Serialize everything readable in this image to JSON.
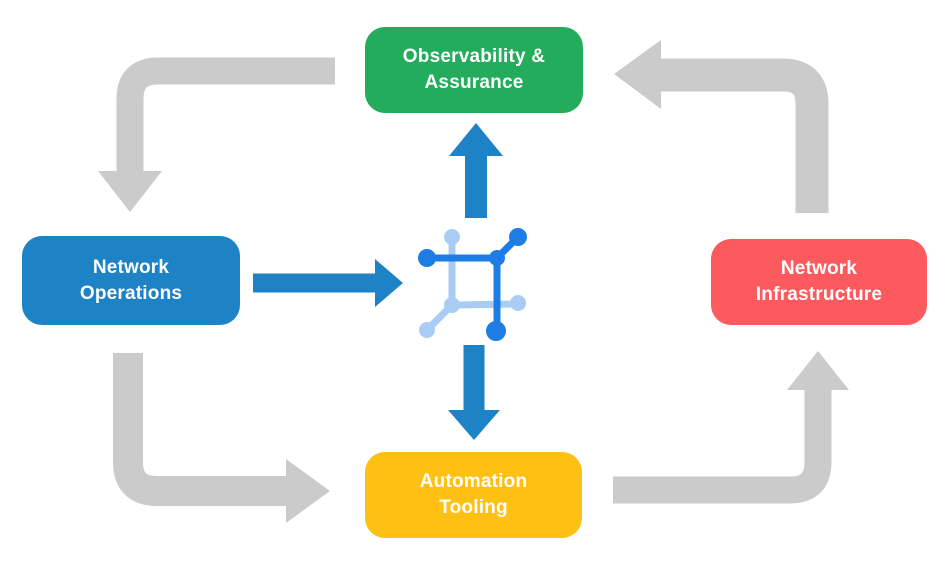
{
  "colors": {
    "background": "#ffffff",
    "arrow_gray": "#cbcbcb",
    "arrow_blue": "#1e82c6",
    "icon_dark_blue": "#1e7de5",
    "icon_light_blue": "#a9ccf4",
    "node_green": "#22ac5c",
    "node_blue": "#1e82c6",
    "node_red": "#fc5a5e",
    "node_yellow": "#fdc013",
    "node_text": "#ffffff"
  },
  "nodes": {
    "observability": {
      "line1": "Observability &",
      "line2": "Assurance"
    },
    "operations": {
      "line1": "Network",
      "line2": "Operations"
    },
    "infrastructure": {
      "line1": "Network",
      "line2": "Infrastructure"
    },
    "automation": {
      "line1": "Automation",
      "line2": "Tooling"
    }
  },
  "icon": {
    "name": "network-mesh-icon"
  },
  "connections": {
    "gray_cycle": [
      {
        "from": "Observability & Assurance",
        "to": "Network Operations"
      },
      {
        "from": "Network Operations",
        "to": "Automation Tooling"
      },
      {
        "from": "Automation Tooling",
        "to": "Network Infrastructure"
      },
      {
        "from": "Network Infrastructure",
        "to": "Observability & Assurance"
      }
    ],
    "blue_center": [
      {
        "from": "Network Operations",
        "to": "center-icon"
      },
      {
        "from": "center-icon",
        "to": "Observability & Assurance"
      },
      {
        "from": "center-icon",
        "to": "Automation Tooling"
      }
    ]
  }
}
